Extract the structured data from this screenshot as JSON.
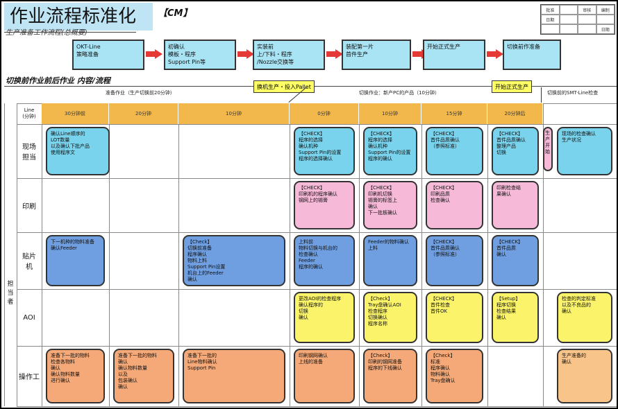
{
  "title": "作业流程标准化",
  "tag": "【CM】",
  "subtitle": "生产准备工作流程(总概要)",
  "legend_cells": [
    "批准",
    "",
    "审核",
    "编制",
    "日期",
    "",
    "",
    "",
    "",
    "",
    "",
    "日期"
  ],
  "flow_steps": [
    {
      "text": "OKT-Line\n策略准备"
    },
    {
      "text": "初确认\n模板・程序\nSupport Pin等"
    },
    {
      "text": "实装前\n上/下料・程序\n/Nozzle交换等"
    },
    {
      "text": "装配第一片\n首件生产"
    },
    {
      "text": "开始正式生产"
    },
    {
      "text": "切换前作准备"
    }
  ],
  "section_title": "切换前作业前后作业 内容/流程",
  "callouts": [
    {
      "text": "换机生产・投入Pallet"
    },
    {
      "text": "开始正式生产"
    }
  ],
  "phases": [
    {
      "text": "准备作业（生产切换前20分钟）"
    },
    {
      "text": "切换作业：新产PC的产品（10分钟）"
    },
    {
      "text": "切换前的SMT-Line检查"
    }
  ],
  "time_header": "Line\n(分钟)",
  "time_slots": [
    "30分钟前",
    "20分钟",
    "10分钟",
    "0分钟",
    "10分钟",
    "15分钟",
    "20分钟后"
  ],
  "row_labels": [
    "现场\n担当",
    "印刷",
    "贴片\n机",
    "AOI",
    "操作工"
  ],
  "side_label": "担\n当\n者",
  "cards": {
    "r0c0": "确认Line顺序的\nLOT数量\n以及确认下批产品\n使用程序文",
    "r0c3": "【CHECK】\n程序的选择\n确认机种\nSupport Pin的设置\n程序的选择确认",
    "r0c4": "【CHECK】\n程序的选择\n确认机种\nSupport Pin的设置\n程序的确认",
    "r0c5": "【CHECK】\n首件品质确认\n（参照标准）",
    "r0c6": "【CHECK】\n首件品质确认\n整理产品\n切换",
    "r0c7": "生产\n开始",
    "r0c8": "现场的检查确认\n生产状况",
    "r1c3": "【CHECK】\n印刷机的程序确认\n钢网上的锡膏",
    "r1c4": "【CHECK】\n印刷机切换\n锡膏的标签上\n确认\n下一批板确认",
    "r1c5": "【CHECK】\n印刷品质\n检查确认",
    "r1c6": "印刷检查结\n果确认",
    "r2c0": "下一机种的物料准备\n确认Feeder",
    "r2c2": "【Check】\n切换前准备\n程序确认\n物料上料\nSupport Pin设置\n机台上的Feeder\n确认",
    "r2c3": "上料前\n物料切换与机台的\n检查确认\nFeeder\n程序的确认",
    "r2c4": "Feeder的物料确认\n上料",
    "r2c5": "【CHECK】\n首件品质确认\n（参照标准）",
    "r2c6": "【CHECK】\n首件品质\n确认",
    "r3c3": "更改AOI的检查程序\n确认程序的\n切换\n确认",
    "r3c4": "【Check】\nTray盘确认AOI\n检查程序\n切换确认\n程序名称",
    "r3c5": "【CHECK】\n首件检查\n首件OK",
    "r3c6": "【Setup】\n程序切换\n检查结果\n确认",
    "r3c8": "检查的判定标准\n以及不良品的\n确认",
    "r4c0": "准备下一批的物料\n检查各物料\n确认\n确认物料数量\n进行确认",
    "r4c1": "准备下一批的物料\n确认\n确认物料数量\n以及\n包装确认\n确认",
    "r4c2": "准备下一批的\nLine物料确认\nSupport Pin",
    "r4c3": "印刷钢网确认\n上线的准备",
    "r4c4": "【Check】\n印刷的钢网准备\n程序的下线确认",
    "r4c5": "【Check】\n标准\n程序确认\n物料确认\nTray盘确认",
    "r4c8": "生产准备的\n确认"
  }
}
